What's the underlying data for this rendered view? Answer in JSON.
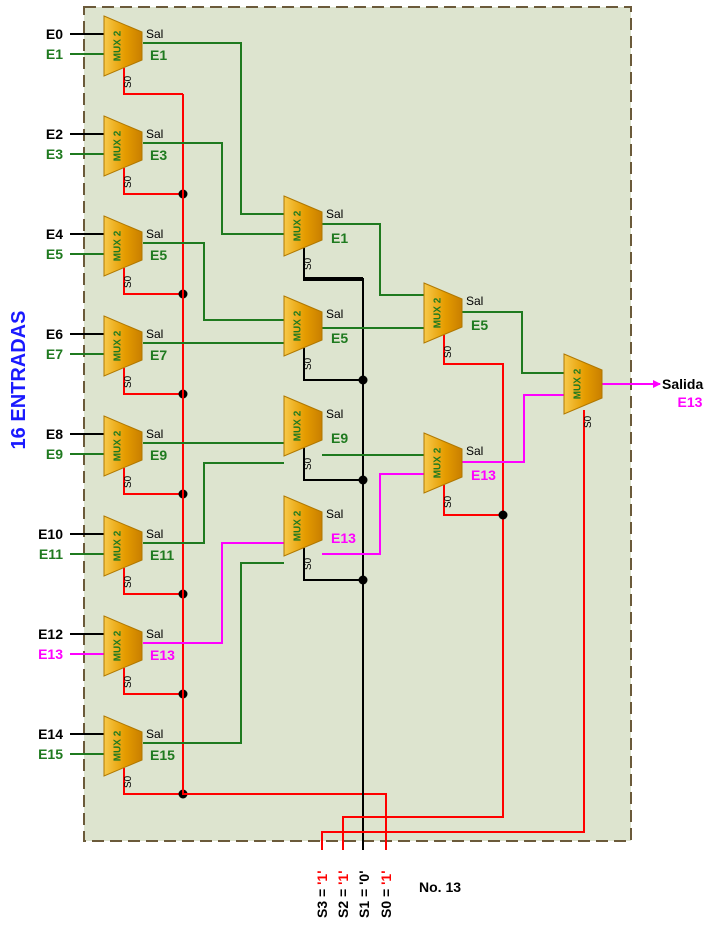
{
  "title": "16 ENTRADAS",
  "mux_label": "MUX 2",
  "out_pin": "Sal",
  "sel_pin": "S0",
  "inputs": [
    {
      "a": "E0",
      "b": "E1",
      "out": "E1"
    },
    {
      "a": "E2",
      "b": "E3",
      "out": "E3"
    },
    {
      "a": "E4",
      "b": "E5",
      "out": "E5"
    },
    {
      "a": "E6",
      "b": "E7",
      "out": "E7"
    },
    {
      "a": "E8",
      "b": "E9",
      "out": "E9"
    },
    {
      "a": "E10",
      "b": "E11",
      "out": "E11"
    },
    {
      "a": "E12",
      "b": "E13",
      "out": "E13"
    },
    {
      "a": "E14",
      "b": "E15",
      "out": "E15"
    }
  ],
  "stage2": [
    "E1",
    "E5",
    "E9",
    "E13"
  ],
  "stage3": [
    "E5",
    "E13"
  ],
  "output": {
    "label": "Salida",
    "value": "E13"
  },
  "selects": [
    {
      "name": "S3",
      "eq": "=",
      "val": "'1'"
    },
    {
      "name": "S2",
      "eq": "=",
      "val": "'1'"
    },
    {
      "name": "S1",
      "eq": "=",
      "val": "'0'"
    },
    {
      "name": "S0",
      "eq": "=",
      "val": "'1'"
    }
  ],
  "number": "No. 13",
  "colors": {
    "green": "#1f7a1f",
    "magenta": "#ff00ff",
    "red": "#ff0000",
    "black": "#000000",
    "blue": "#1a1aff",
    "panel": "#dde4cf",
    "mux": "#e8a200"
  }
}
